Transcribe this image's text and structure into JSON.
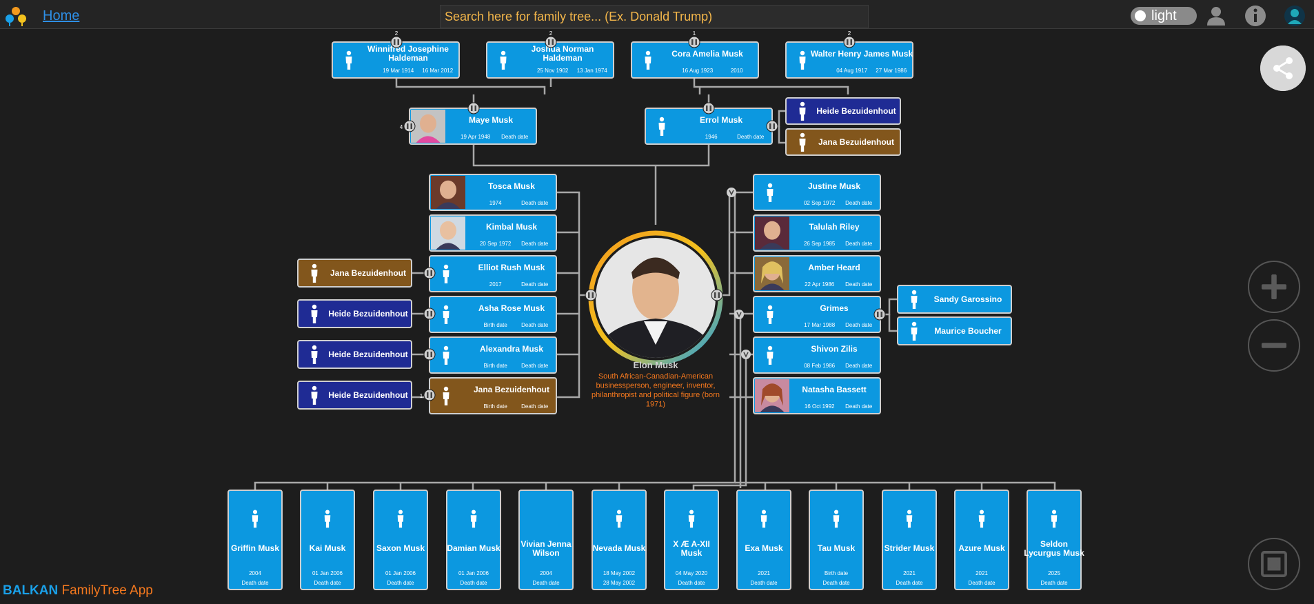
{
  "header": {
    "home_label": "Home",
    "search_placeholder": "Search here for family tree... (Ex. Donald Trump)",
    "theme_label": "light",
    "icons": [
      "logo-icon",
      "user-icon",
      "info-icon",
      "avatar"
    ]
  },
  "footer": {
    "brand": "BALKAN",
    "app": "FamilyTree App"
  },
  "colors": {
    "male": "#0c98e0",
    "female_dark": "#1f2b94",
    "brown": "#82561c",
    "line": "#a8a8a8",
    "bg": "#1d1d1d"
  },
  "center": {
    "name": "Elon Musk",
    "description": [
      "South African-Canadian-American",
      "businessperson, engineer, inventor,",
      "philanthropist and political figure (born",
      "1971)"
    ]
  },
  "grandparents": [
    {
      "id": "gp1",
      "name": [
        "Winnifred Josephine",
        "Haldeman"
      ],
      "birth": "19 Mar 1914",
      "death": "16 Mar 2012",
      "count": "2"
    },
    {
      "id": "gp2",
      "name": [
        "Joshua Norman",
        "Haldeman"
      ],
      "birth": "25 Nov 1902",
      "death": "13 Jan 1974",
      "count": "2"
    },
    {
      "id": "gp3",
      "name": [
        "Cora Amelia Musk"
      ],
      "birth": "16 Aug 1923",
      "death": "2010",
      "count": "1"
    },
    {
      "id": "gp4",
      "name": [
        "Walter Henry James Musk"
      ],
      "birth": "04 Aug 1917",
      "death": "27 Mar 1986",
      "count": "2"
    }
  ],
  "parents": [
    {
      "id": "p1",
      "name": [
        "Maye Musk"
      ],
      "birth": "19 Apr 1948",
      "death": "Death date",
      "photo": true,
      "count": "4"
    },
    {
      "id": "p2",
      "name": [
        "Errol Musk"
      ],
      "birth": "1946",
      "death": "Death date"
    }
  ],
  "errol_partners": [
    {
      "id": "ep1",
      "name": "Heide Bezuidenhout",
      "color": "dark"
    },
    {
      "id": "ep2",
      "name": "Jana Bezuidenhout",
      "color": "brown"
    }
  ],
  "siblings": [
    {
      "id": "s1",
      "name": "Tosca Musk",
      "birth": "1974",
      "death": "Death date",
      "photo": "tosca",
      "partner": null
    },
    {
      "id": "s2",
      "name": "Kimbal Musk",
      "birth": "20 Sep 1972",
      "death": "Death date",
      "photo": "kimbal",
      "partner": null
    },
    {
      "id": "s3",
      "name": "Elliot Rush Musk",
      "birth": "2017",
      "death": "Death date",
      "photo": null,
      "partner": {
        "name": "Jana Bezuidenhout",
        "color": "brown"
      }
    },
    {
      "id": "s4",
      "name": "Asha Rose Musk",
      "birth": "Birth date",
      "death": "Death date",
      "photo": null,
      "partner": {
        "name": "Heide Bezuidenhout",
        "color": "dark"
      }
    },
    {
      "id": "s5",
      "name": "Alexandra Musk",
      "birth": "Birth date",
      "death": "Death date",
      "photo": null,
      "partner": {
        "name": "Heide Bezuidenhout",
        "color": "dark"
      }
    },
    {
      "id": "s6",
      "name": "Jana Bezuidenhout",
      "birth": "Birth date",
      "death": "Death date",
      "photo": null,
      "brown": true,
      "partner": {
        "name": "Heide Bezuidenhout",
        "color": "dark",
        "count": "1"
      }
    }
  ],
  "partners": [
    {
      "id": "w1",
      "name": "Justine Musk",
      "birth": "02 Sep 1972",
      "death": "Death date",
      "photo": null
    },
    {
      "id": "w2",
      "name": "Talulah Riley",
      "birth": "26 Sep 1985",
      "death": "Death date",
      "photo": "talulah"
    },
    {
      "id": "w3",
      "name": "Amber Heard",
      "birth": "22 Apr 1986",
      "death": "Death date",
      "photo": "amber"
    },
    {
      "id": "w4",
      "name": "Grimes",
      "birth": "17 Mar 1988",
      "death": "Death date",
      "photo": null
    },
    {
      "id": "w5",
      "name": "Shivon Zilis",
      "birth": "08 Feb 1986",
      "death": "Death date",
      "photo": null
    },
    {
      "id": "w6",
      "name": "Natasha Bassett",
      "birth": "16 Oct 1992",
      "death": "Death date",
      "photo": "natasha"
    }
  ],
  "grimes_partners": [
    {
      "id": "g1",
      "name": "Sandy Garossino"
    },
    {
      "id": "g2",
      "name": "Maurice Boucher"
    }
  ],
  "children": [
    {
      "name": [
        "Griffin Musk"
      ],
      "birth": "2004",
      "death": "Death date",
      "icon": true
    },
    {
      "name": [
        "Kai Musk"
      ],
      "birth": "01 Jan 2006",
      "death": "Death date",
      "icon": true
    },
    {
      "name": [
        "Saxon Musk"
      ],
      "birth": "01 Jan 2006",
      "death": "Death date",
      "icon": true
    },
    {
      "name": [
        "Damian Musk"
      ],
      "birth": "01 Jan 2006",
      "death": "Death date",
      "icon": true
    },
    {
      "name": [
        "Vivian Jenna",
        "Wilson"
      ],
      "birth": "2004",
      "death": "Death date",
      "icon": false
    },
    {
      "name": [
        "Nevada Musk"
      ],
      "birth": "18 May 2002",
      "death": "28 May 2002",
      "icon": true
    },
    {
      "name": [
        "X Æ A-XII",
        "Musk"
      ],
      "birth": "04 May 2020",
      "death": "Death date",
      "icon": true
    },
    {
      "name": [
        "Exa Musk"
      ],
      "birth": "2021",
      "death": "Death date",
      "icon": true
    },
    {
      "name": [
        "Tau Musk"
      ],
      "birth": "Birth date",
      "death": "Death date",
      "icon": true
    },
    {
      "name": [
        "Strider Musk"
      ],
      "birth": "2021",
      "death": "Death date",
      "icon": true
    },
    {
      "name": [
        "Azure Musk"
      ],
      "birth": "2021",
      "death": "Death date",
      "icon": true
    },
    {
      "name": [
        "Seldon",
        "Lycurgus Musk"
      ],
      "birth": "2025",
      "death": "Death date",
      "icon": true
    }
  ]
}
